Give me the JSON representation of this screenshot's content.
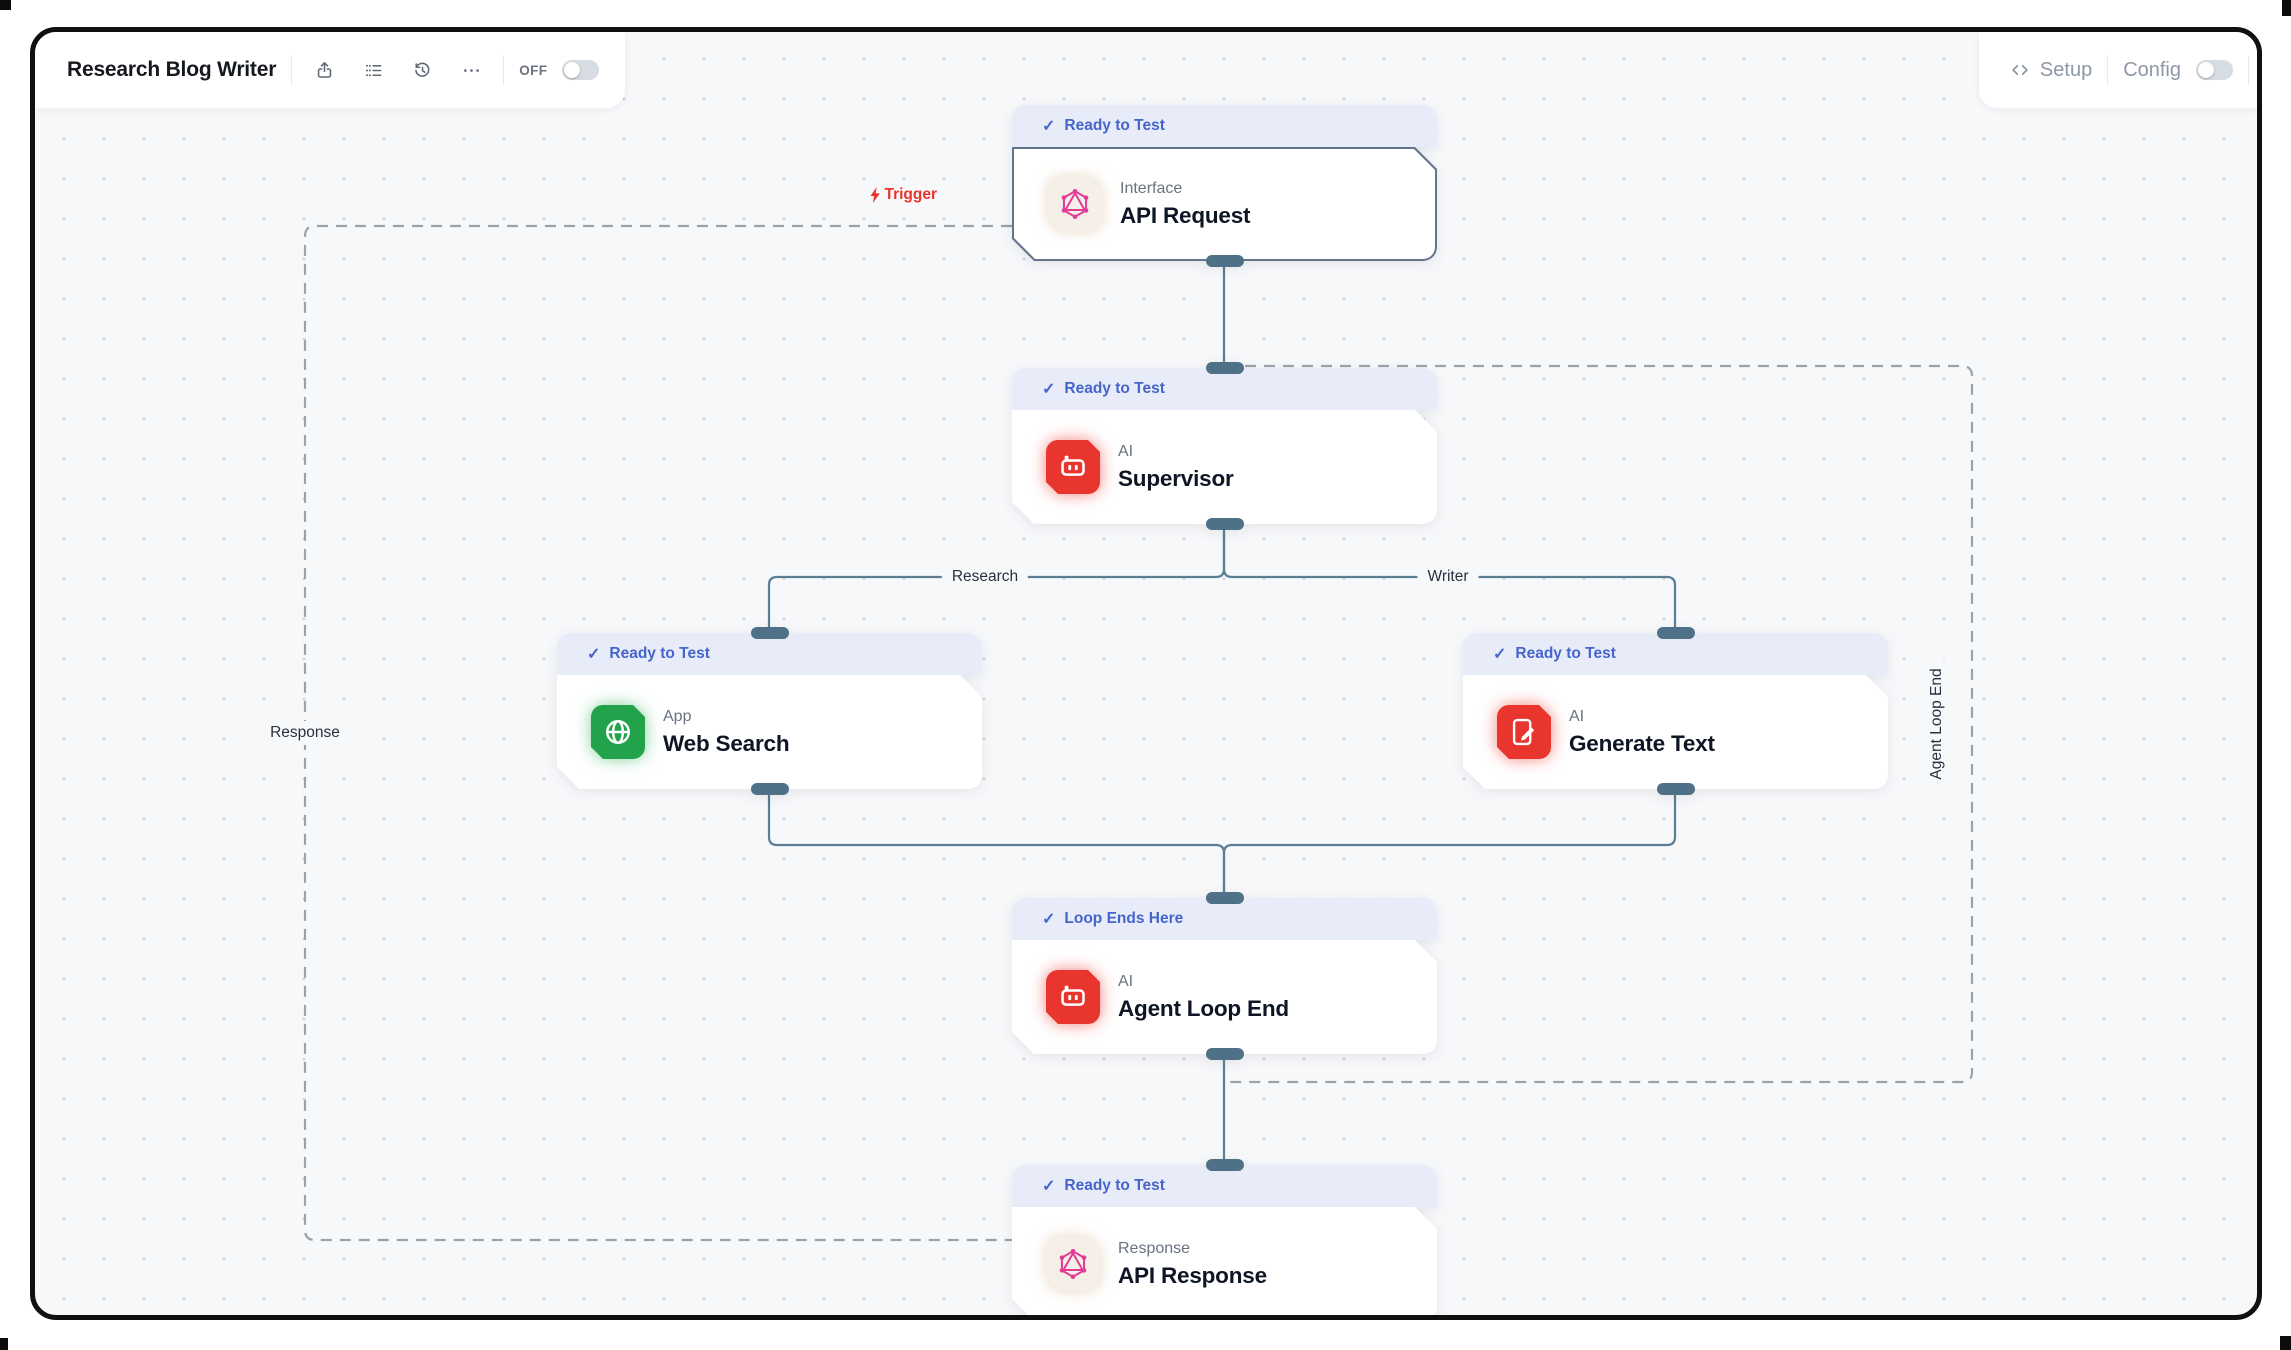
{
  "header": {
    "title": "Research Blog Writer",
    "off_label": "OFF",
    "icons": [
      "share-icon",
      "list-icon",
      "history-icon",
      "ellipsis-icon"
    ]
  },
  "topbar_right": {
    "setup_label": "Setup",
    "config_label": "Config",
    "icons": [
      "code-icon"
    ]
  },
  "canvas": {
    "check_glyph": "✓",
    "edge_labels": {
      "trigger": "Trigger",
      "research": "Research",
      "writer": "Writer",
      "response": "Response",
      "agent_loop_end": "Agent Loop End"
    }
  },
  "nodes": [
    {
      "id": "api-request",
      "status_badge": "Ready to Test",
      "category": "Interface",
      "title": "API Request",
      "icon": "graphql-icon"
    },
    {
      "id": "supervisor",
      "status_badge": "Ready to Test",
      "category": "AI",
      "title": "Supervisor",
      "icon": "robot-icon"
    },
    {
      "id": "web-search",
      "status_badge": "Ready to Test",
      "category": "App",
      "title": "Web Search",
      "icon": "globe-icon"
    },
    {
      "id": "generate-text",
      "status_badge": "Ready to Test",
      "category": "AI",
      "title": "Generate Text",
      "icon": "note-pencil-icon"
    },
    {
      "id": "agent-loop-end",
      "status_badge": "Loop Ends Here",
      "category": "AI",
      "title": "Agent Loop End",
      "icon": "robot-icon"
    },
    {
      "id": "api-response",
      "status_badge": "Ready to Test",
      "category": "Response",
      "title": "API Response",
      "icon": "graphql-icon"
    }
  ],
  "colors": {
    "accent_blue": "#4565cd",
    "badge_bg": "#e8ecf8",
    "node_red": "#e8362e",
    "node_green": "#21a24b",
    "node_pink": "#e13a97",
    "edge": "#5b7e95",
    "dashed_edge": "#9aa3ad",
    "canvas_bg": "#f7f8fa",
    "trigger_red": "#e8342c"
  }
}
